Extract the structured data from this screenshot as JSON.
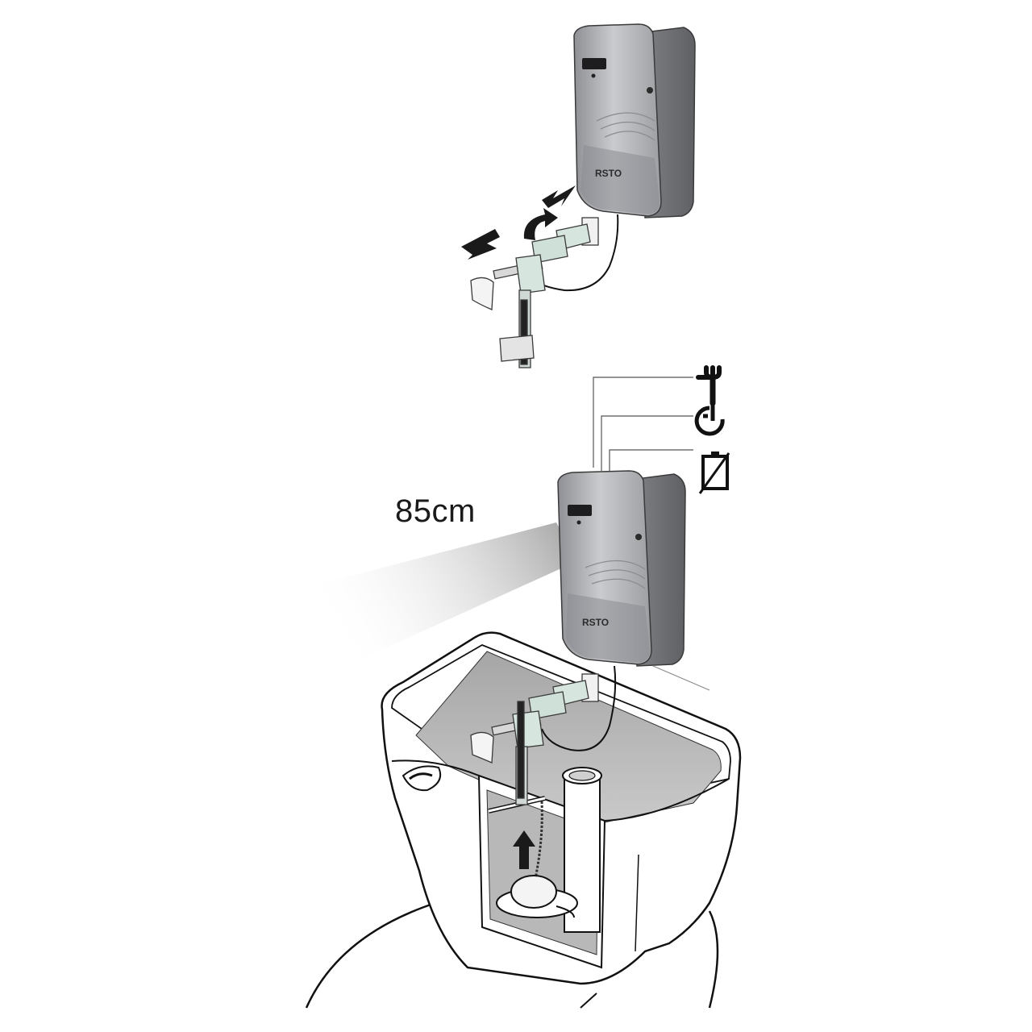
{
  "labels": {
    "sensor_distance": "85cm",
    "brand_top": "RSTO",
    "brand_bottom": "RSTO"
  },
  "legend": {
    "items": [
      {
        "icon": "wrench-icon",
        "meaning": ""
      },
      {
        "icon": "power-icon",
        "meaning": ""
      },
      {
        "icon": "low-battery-icon",
        "meaning": ""
      }
    ]
  },
  "colors": {
    "housing_silver": "#a9abae",
    "housing_dark": "#6f7175",
    "mechanism_mint": "#d6e6df",
    "tank_water_grey": "#b9b9b9",
    "line_black": "#111111"
  }
}
